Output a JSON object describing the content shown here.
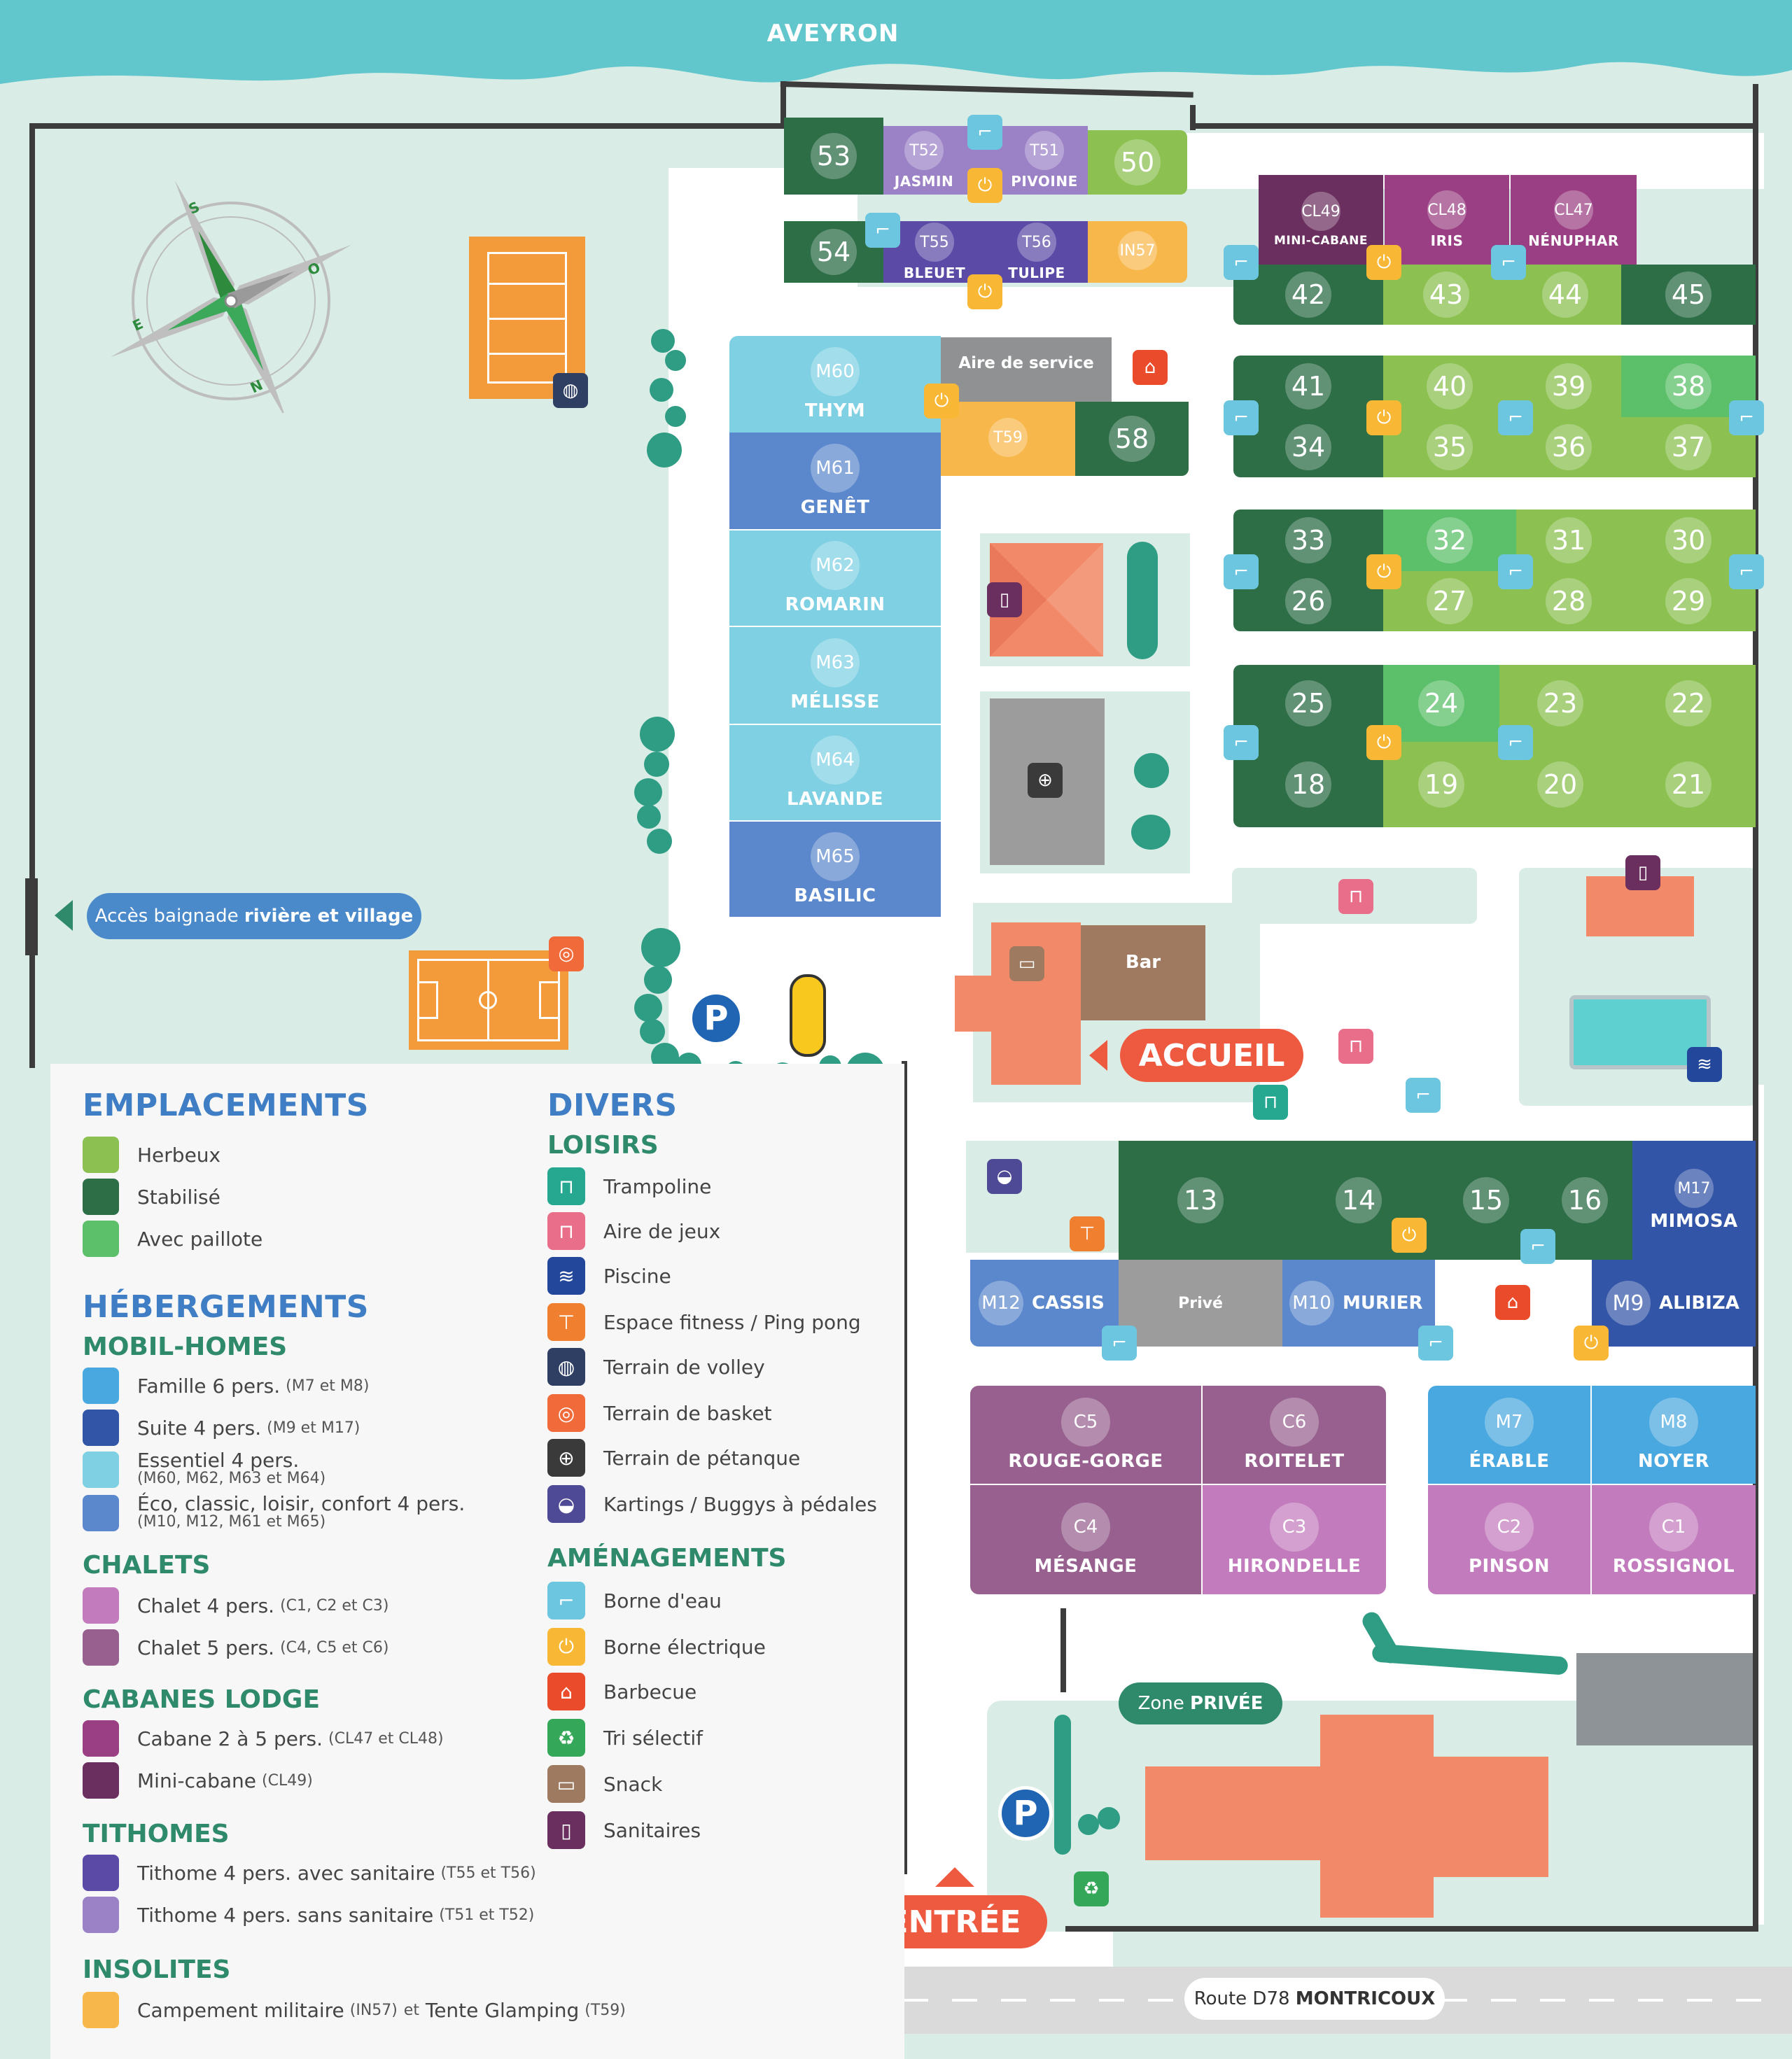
{
  "map": {
    "river": "AVEYRON",
    "road_prefix": "Route D78",
    "road_town": "MONTRICOUX",
    "access_prefix": "Accès baignade",
    "access_strong": "rivière et village",
    "entrance": "ENTRÉE",
    "reception": "ACCUEIL",
    "service_area": "Aire de service",
    "bar": "Bar",
    "private_zone_prefix": "Zone",
    "private_zone_strong": "PRIVÉE",
    "private": "Privé",
    "parking": "P",
    "compass": [
      "S",
      "O",
      "N",
      "E"
    ],
    "pitches": [
      "53",
      "50",
      "54",
      "42",
      "43",
      "44",
      "45",
      "41",
      "40",
      "39",
      "38",
      "34",
      "35",
      "36",
      "37",
      "33",
      "32",
      "31",
      "30",
      "26",
      "27",
      "28",
      "29",
      "25",
      "24",
      "23",
      "22",
      "18",
      "19",
      "20",
      "21",
      "58",
      "13",
      "14",
      "15",
      "16"
    ],
    "tithomes": [
      {
        "code": "T52",
        "name": "JASMIN"
      },
      {
        "code": "T51",
        "name": "PIVOINE"
      },
      {
        "code": "T55",
        "name": "BLEUET"
      },
      {
        "code": "T56",
        "name": "TULIPE"
      }
    ],
    "insolites": [
      "IN57",
      "T59"
    ],
    "lodges": [
      {
        "code": "CL49",
        "name": "MINI-CABANE"
      },
      {
        "code": "CL48",
        "name": "IRIS"
      },
      {
        "code": "CL47",
        "name": "NÉNUPHAR"
      }
    ],
    "mobilhomes_column": [
      {
        "code": "M60",
        "name": "THYM"
      },
      {
        "code": "M61",
        "name": "GENÊT"
      },
      {
        "code": "M62",
        "name": "ROMARIN"
      },
      {
        "code": "M63",
        "name": "MÉLISSE"
      },
      {
        "code": "M64",
        "name": "LAVANDE"
      },
      {
        "code": "M65",
        "name": "BASILIC"
      }
    ],
    "mobilhomes_lower": [
      {
        "code": "M17",
        "name": "MIMOSA"
      },
      {
        "code": "M12",
        "name": "CASSIS"
      },
      {
        "code": "M10",
        "name": "MURIER"
      },
      {
        "code": "M9",
        "name": "ALIBIZA"
      },
      {
        "code": "M7",
        "name": "ÉRABLE"
      },
      {
        "code": "M8",
        "name": "NOYER"
      }
    ],
    "chalets": [
      {
        "code": "C5",
        "name": "ROUGE-GORGE"
      },
      {
        "code": "C6",
        "name": "ROITELET"
      },
      {
        "code": "C4",
        "name": "MÉSANGE"
      },
      {
        "code": "C3",
        "name": "HIRONDELLE"
      },
      {
        "code": "C2",
        "name": "PINSON"
      },
      {
        "code": "C1",
        "name": "ROSSIGNOL"
      }
    ]
  },
  "legend": {
    "emplacements": {
      "title": "EMPLACEMENTS",
      "items": [
        {
          "label": "Herbeux",
          "color": "#8cc152"
        },
        {
          "label": "Stabilisé",
          "color": "#2e6e47"
        },
        {
          "label": "Avec paillote",
          "color": "#5cbf6a"
        }
      ]
    },
    "hebergements": {
      "title": "HÉBERGEMENTS",
      "mobilhomes": {
        "title": "MOBIL-HOMES",
        "items": [
          {
            "label": "Famille 6 pers.",
            "note": "(M7 et M8)",
            "color": "#4aa8e0"
          },
          {
            "label": "Suite 4 pers.",
            "note": "(M9 et M17)",
            "color": "#3355a8"
          },
          {
            "label": "Essentiel 4 pers.",
            "note": "(M60, M62, M63 et M64)",
            "color": "#7fd0e3"
          },
          {
            "label": "Éco, classic, loisir, confort 4 pers.",
            "note": "(M10, M12, M61 et M65)",
            "color": "#5b88cc"
          }
        ]
      },
      "chalets": {
        "title": "CHALETS",
        "items": [
          {
            "label": "Chalet 4 pers.",
            "note": "(C1, C2 et C3)",
            "color": "#c27cbd"
          },
          {
            "label": "Chalet 5 pers.",
            "note": "(C4, C5 et C6)",
            "color": "#97608f"
          }
        ]
      },
      "cabanes": {
        "title": "CABANES LODGE",
        "items": [
          {
            "label": "Cabane 2 à 5 pers.",
            "note": "(CL47 et CL48)",
            "color": "#9a3f83"
          },
          {
            "label": "Mini-cabane",
            "note": "(CL49)",
            "color": "#6a2f5e"
          }
        ]
      },
      "tithomes": {
        "title": "TITHOMES",
        "items": [
          {
            "label": "Tithome 4 pers. avec sanitaire",
            "note": "(T55 et T56)",
            "color": "#5b4aa6"
          },
          {
            "label": "Tithome 4 pers. sans sanitaire",
            "note": "(T51 et T52)",
            "color": "#9b82c6"
          }
        ]
      },
      "insolites": {
        "title": "INSOLITES",
        "items": [
          {
            "label": "Campement militaire",
            "note": "(IN57)",
            "mid": "et",
            "label2": "Tente Glamping",
            "note2": "(T59)",
            "color": "#f8b74a"
          }
        ]
      }
    },
    "divers": {
      "title": "DIVERS",
      "loisirs": {
        "title": "LOISIRS",
        "items": [
          {
            "label": "Trampoline",
            "icon": "trampoline-icon",
            "color": "#26a890"
          },
          {
            "label": "Aire de jeux",
            "icon": "playground-icon",
            "color": "#e86e8a"
          },
          {
            "label": "Piscine",
            "icon": "pool-icon",
            "color": "#23479a"
          },
          {
            "label": "Espace fitness / Ping pong",
            "icon": "fitness-icon",
            "color": "#f08030"
          },
          {
            "label": "Terrain de volley",
            "icon": "volleyball-icon",
            "color": "#2e3f63"
          },
          {
            "label": "Terrain de basket",
            "icon": "basketball-icon",
            "color": "#f06a3a"
          },
          {
            "label": "Terrain de pétanque",
            "icon": "petanque-icon",
            "color": "#3a3a3a"
          },
          {
            "label": "Kartings / Buggys à pédales",
            "icon": "karting-icon",
            "color": "#4e4a96"
          }
        ]
      },
      "amenagements": {
        "title": "AMÉNAGEMENTS",
        "items": [
          {
            "label": "Borne d'eau",
            "icon": "water-tap-icon",
            "color": "#6cc6e0"
          },
          {
            "label": "Borne électrique",
            "icon": "electric-plug-icon",
            "color": "#f8b835"
          },
          {
            "label": "Barbecue",
            "icon": "barbecue-icon",
            "color": "#ea4b2b"
          },
          {
            "label": "Tri sélectif",
            "icon": "recycling-icon",
            "color": "#34a858"
          },
          {
            "label": "Snack",
            "icon": "snack-icon",
            "color": "#9d7a60"
          },
          {
            "label": "Sanitaires",
            "icon": "toilets-icon",
            "color": "#6a2f5e"
          }
        ]
      }
    }
  },
  "colors": {
    "river": "#62c7cc",
    "ground": "#d9ece6",
    "road": "#ffffff",
    "fence": "#3c3c3c",
    "herbeux": "#8cc152",
    "stabilise": "#2e6e47",
    "paillote": "#5cbf6a",
    "title_blue": "#3f7ec4",
    "title_green": "#2e8a6b",
    "accent_red": "#ee5a3f"
  }
}
